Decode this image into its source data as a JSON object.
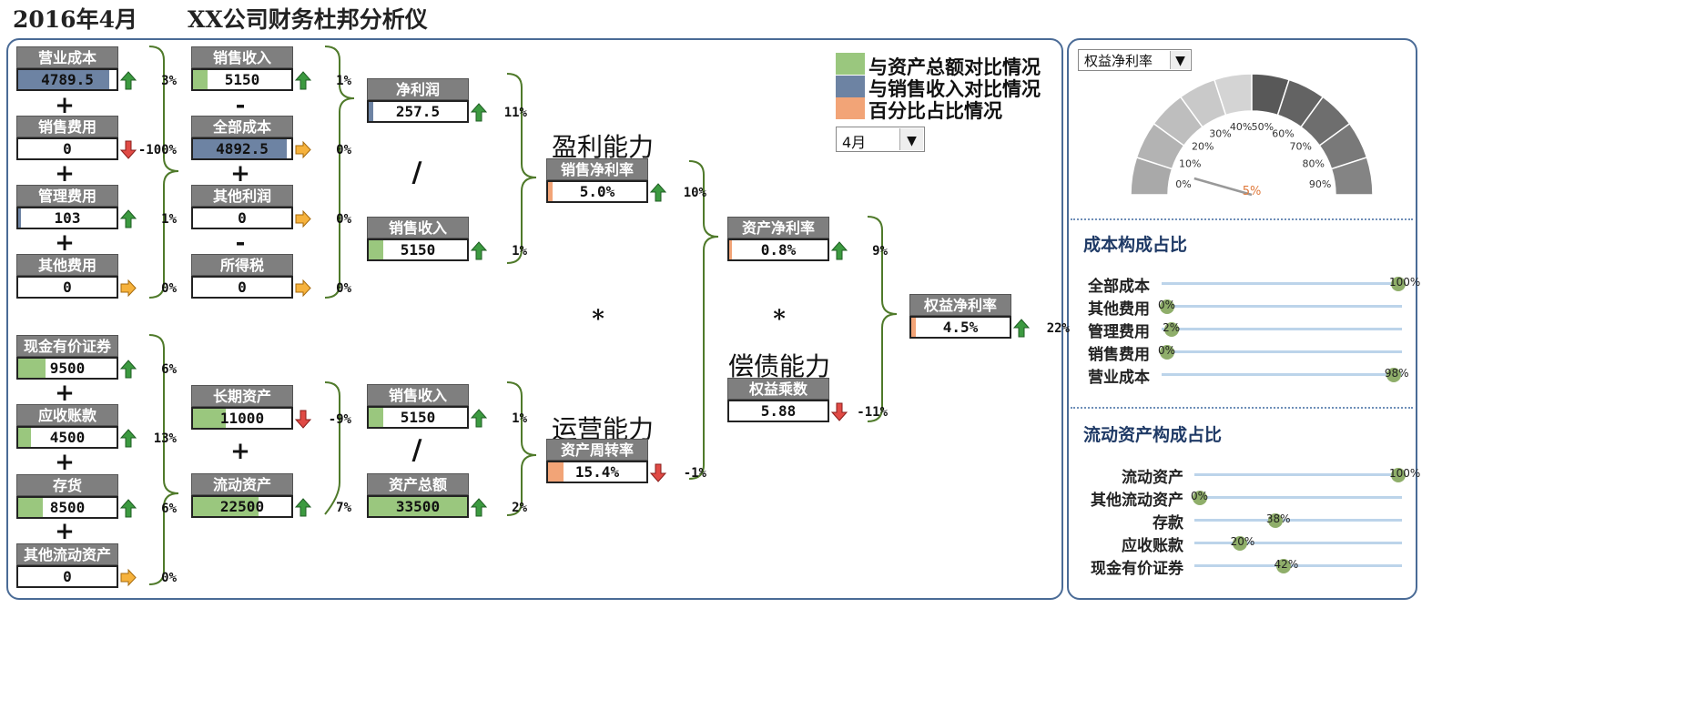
{
  "header": {
    "date": "2016年4月",
    "title": "XX公司财务杜邦分析仪"
  },
  "legend": [
    {
      "label": "与资产总额对比情况",
      "color": "#9ac77e"
    },
    {
      "label": "与销售收入对比情况",
      "color": "#6d83a3"
    },
    {
      "label": "百分比占比情况",
      "color": "#f2a477"
    }
  ],
  "month_select": {
    "value": "4月"
  },
  "sections": {
    "profit": "盈利能力",
    "operate": "运营能力",
    "debt": "偿债能力"
  },
  "nodes": {
    "op_cost": {
      "label": "营业成本",
      "value": "4789.5",
      "pct": "3%",
      "trend": "up",
      "fill": 0.93,
      "color": "#6d83a3"
    },
    "sales_exp": {
      "label": "销售费用",
      "value": "0",
      "pct": "-100%",
      "trend": "down",
      "fill": 0,
      "color": "#6d83a3"
    },
    "admin_exp": {
      "label": "管理费用",
      "value": "103",
      "pct": "1%",
      "trend": "up",
      "fill": 0.02,
      "color": "#6d83a3"
    },
    "other_exp": {
      "label": "其他费用",
      "value": "0",
      "pct": "0%",
      "trend": "flat",
      "fill": 0,
      "color": "#6d83a3"
    },
    "sales1": {
      "label": "销售收入",
      "value": "5150",
      "pct": "1%",
      "trend": "up",
      "fill": 0.15,
      "color": "#9ac77e"
    },
    "total_cost": {
      "label": "全部成本",
      "value": "4892.5",
      "pct": "0%",
      "trend": "flat",
      "fill": 0.95,
      "color": "#6d83a3"
    },
    "other_profit": {
      "label": "其他利润",
      "value": "0",
      "pct": "0%",
      "trend": "flat",
      "fill": 0,
      "color": "#6d83a3"
    },
    "income_tax": {
      "label": "所得税",
      "value": "0",
      "pct": "0%",
      "trend": "flat",
      "fill": 0,
      "color": "#6d83a3"
    },
    "net_profit": {
      "label": "净利润",
      "value": "257.5",
      "pct": "11%",
      "trend": "up",
      "fill": 0.05,
      "color": "#6d83a3"
    },
    "sales2": {
      "label": "销售收入",
      "value": "5150",
      "pct": "1%",
      "trend": "up",
      "fill": 0.15,
      "color": "#9ac77e"
    },
    "net_margin": {
      "label": "销售净利率",
      "value": "5.0%",
      "pct": "10%",
      "trend": "up",
      "fill": 0.05,
      "color": "#f2a477"
    },
    "cash": {
      "label": "现金有价证券",
      "value": "9500",
      "pct": "6%",
      "trend": "up",
      "fill": 0.28,
      "color": "#9ac77e"
    },
    "receivable": {
      "label": "应收账款",
      "value": "4500",
      "pct": "13%",
      "trend": "up",
      "fill": 0.13,
      "color": "#9ac77e"
    },
    "inventory": {
      "label": "存货",
      "value": "8500",
      "pct": "6%",
      "trend": "up",
      "fill": 0.25,
      "color": "#9ac77e"
    },
    "other_current": {
      "label": "其他流动资产",
      "value": "0",
      "pct": "0%",
      "trend": "flat",
      "fill": 0,
      "color": "#9ac77e"
    },
    "long_assets": {
      "label": "长期资产",
      "value": "11000",
      "pct": "-9%",
      "trend": "down",
      "fill": 0.33,
      "color": "#9ac77e"
    },
    "current_assets": {
      "label": "流动资产",
      "value": "22500",
      "pct": "7%",
      "trend": "up",
      "fill": 0.67,
      "color": "#9ac77e"
    },
    "sales3": {
      "label": "销售收入",
      "value": "5150",
      "pct": "1%",
      "trend": "up",
      "fill": 0.15,
      "color": "#9ac77e"
    },
    "total_assets": {
      "label": "资产总额",
      "value": "33500",
      "pct": "2%",
      "trend": "up",
      "fill": 1.0,
      "color": "#9ac77e"
    },
    "turnover": {
      "label": "资产周转率",
      "value": "15.4%",
      "pct": "-1%",
      "trend": "down",
      "fill": 0.154,
      "color": "#f2a477"
    },
    "roa": {
      "label": "资产净利率",
      "value": "0.8%",
      "pct": "9%",
      "trend": "up",
      "fill": 0.01,
      "color": "#f2a477"
    },
    "equity_mult": {
      "label": "权益乘数",
      "value": "5.88",
      "pct": "-11%",
      "trend": "down",
      "fill": 0,
      "color": "#f2a477"
    },
    "roe": {
      "label": "权益净利率",
      "value": "4.5%",
      "pct": "22%",
      "trend": "up",
      "fill": 0.045,
      "color": "#f2a477"
    }
  },
  "operators": {
    "plus": "+",
    "minus": "-",
    "div": "/",
    "mul": "*"
  },
  "gauge": {
    "select": "权益净利率",
    "ticks": [
      "0%",
      "10%",
      "20%",
      "30%",
      "40%",
      "50%",
      "60%",
      "70%",
      "80%",
      "90%"
    ],
    "value": 0.05,
    "value_label": "5%"
  },
  "cost_chart": {
    "title": "成本构成占比",
    "items": [
      {
        "label": "全部成本",
        "value": 1.0,
        "text": "100%"
      },
      {
        "label": "其他费用",
        "value": 0.0,
        "text": "0%"
      },
      {
        "label": "管理费用",
        "value": 0.02,
        "text": "2%"
      },
      {
        "label": "销售费用",
        "value": 0.0,
        "text": "0%"
      },
      {
        "label": "营业成本",
        "value": 0.98,
        "text": "98%"
      }
    ]
  },
  "asset_chart": {
    "title": "流动资产构成占比",
    "items": [
      {
        "label": "流动资产",
        "value": 1.0,
        "text": "100%"
      },
      {
        "label": "其他流动资产",
        "value": 0.0,
        "text": "0%"
      },
      {
        "label": "存款",
        "value": 0.38,
        "text": "38%"
      },
      {
        "label": "应收账款",
        "value": 0.2,
        "text": "20%"
      },
      {
        "label": "现金有价证券",
        "value": 0.42,
        "text": "42%"
      }
    ]
  }
}
